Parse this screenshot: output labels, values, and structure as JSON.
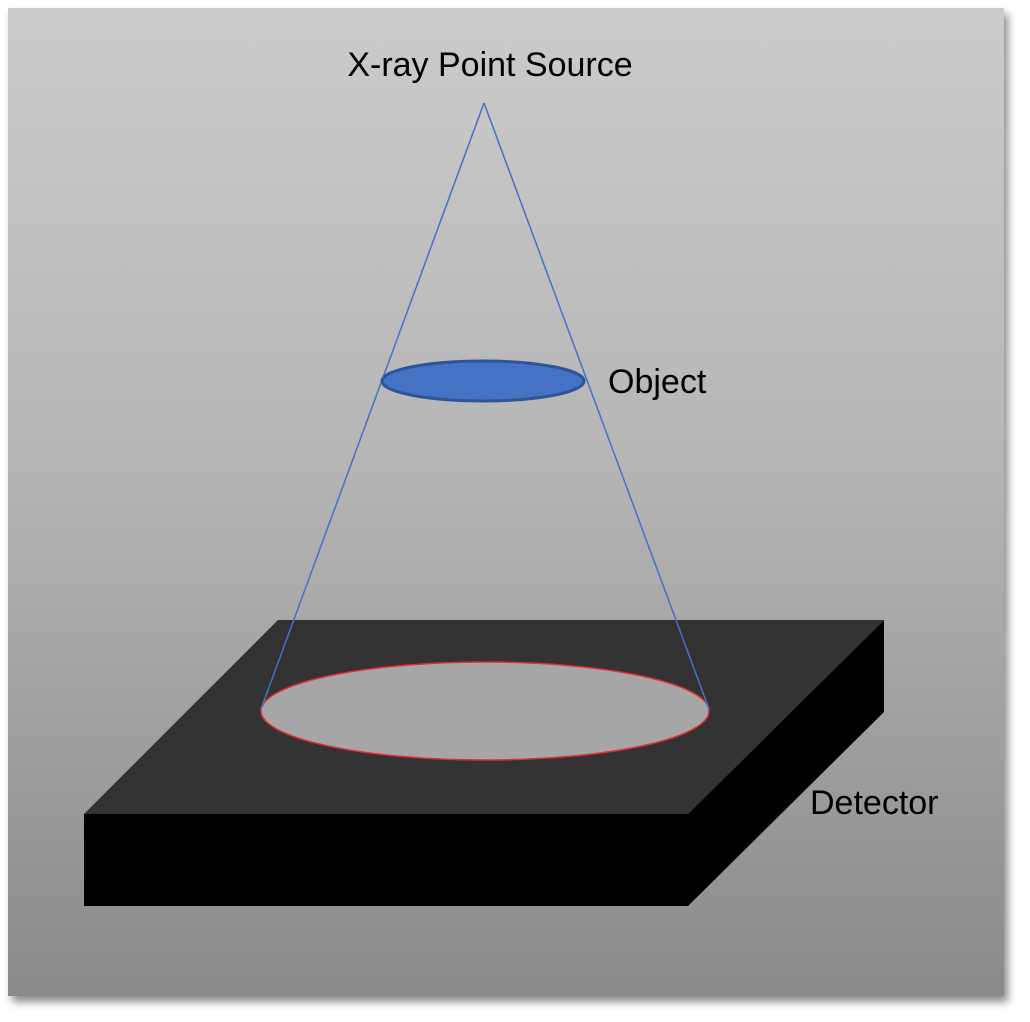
{
  "labels": {
    "source": "X-ray Point Source",
    "object": "Object",
    "detector": "Detector"
  },
  "colors": {
    "ray_line": "#4472c4",
    "object_fill": "#4472c4",
    "object_stroke": "#2f5597",
    "detector_top": "#333333",
    "detector_side": "#000000",
    "shadow_fill": "#a6a6a6",
    "shadow_stroke": "#e03030"
  }
}
